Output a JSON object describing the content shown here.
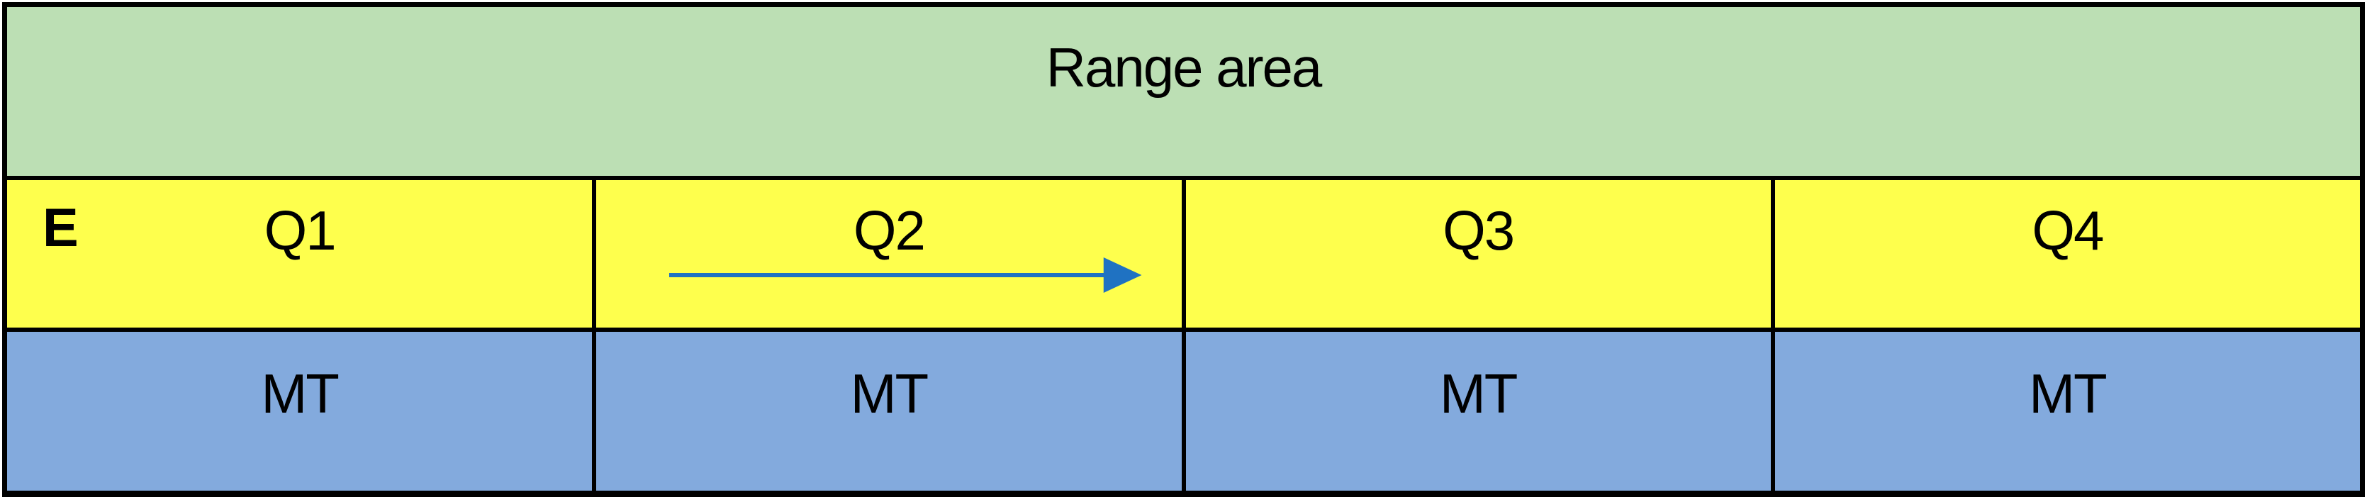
{
  "colors": {
    "header_bg": "#bcdfb4",
    "quarter_bg": "#feff4d",
    "mt_bg": "#83aadd",
    "arrow": "#1f72c2",
    "border": "#000000"
  },
  "header": {
    "label": "Range area"
  },
  "quarter_row": {
    "e_label": "E",
    "cells": [
      {
        "label": "Q1"
      },
      {
        "label": "Q2",
        "has_arrow": true
      },
      {
        "label": "Q3"
      },
      {
        "label": "Q4"
      }
    ]
  },
  "mt_row": {
    "cells": [
      {
        "label": "MT"
      },
      {
        "label": "MT"
      },
      {
        "label": "MT"
      },
      {
        "label": "MT"
      }
    ]
  }
}
